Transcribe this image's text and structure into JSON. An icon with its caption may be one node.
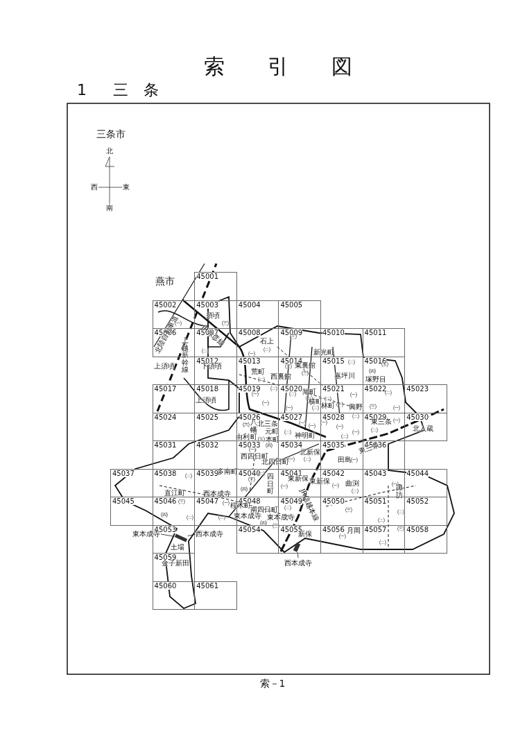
{
  "diagram": {
    "title": "索引図",
    "nodes": [
      {
        "text": [
          "45001"
        ]
      },
      {
        "text": [
          "45002"
        ]
      },
      {
        "text": [
          "45003"
        ]
      },
      {
        "text": [
          "45004"
        ]
      },
      {
        "text": [
          "45005"
        ]
      },
      {
        "text": [
          "45006"
        ]
      },
      {
        "text": [
          "45007"
        ]
      },
      {
        "text": [
          "45008"
        ]
      },
      {
        "text": [
          "45009"
        ]
      },
      {
        "text": [
          "45010"
        ]
      },
      {
        "text": [
          "45011"
        ]
      },
      {
        "text": [
          "45012"
        ]
      },
      {
        "text": [
          "45013"
        ]
      },
      {
        "text": [
          "45014"
        ]
      },
      {
        "text": [
          "45015"
        ]
      },
      {
        "text": [
          "45016"
        ]
      },
      {
        "text": [
          "45017"
        ]
      },
      {
        "text": [
          "45018"
        ]
      },
      {
        "text": [
          "45019"
        ]
      },
      {
        "text": [
          "45020"
        ]
      },
      {
        "text": [
          "45021"
        ]
      },
      {
        "text": [
          "45022"
        ]
      },
      {
        "text": [
          "45023"
        ]
      },
      {
        "text": [
          "45024"
        ]
      },
      {
        "text": [
          "45025"
        ]
      },
      {
        "text": [
          "45026"
        ]
      },
      {
        "text": [
          "45027"
        ]
      },
      {
        "text": [
          "45028"
        ]
      },
      {
        "text": [
          "45029"
        ]
      },
      {
        "text": [
          "45030"
        ]
      },
      {
        "text": [
          "45031"
        ]
      },
      {
        "text": [
          "45032"
        ]
      },
      {
        "text": [
          "45033"
        ]
      },
      {
        "text": [
          "45034"
        ]
      },
      {
        "text": [
          "45035"
        ]
      },
      {
        "text": [
          "45036"
        ]
      },
      {
        "text": [
          "45037"
        ]
      },
      {
        "text": [
          "45038"
        ]
      },
      {
        "text": [
          "45039"
        ]
      },
      {
        "text": [
          "45040"
        ]
      },
      {
        "text": [
          "45041"
        ]
      },
      {
        "text": [
          "45042"
        ]
      },
      {
        "text": [
          "45043"
        ]
      },
      {
        "text": [
          "45044"
        ]
      },
      {
        "text": [
          "45045"
        ]
      },
      {
        "text": [
          "45046"
        ]
      },
      {
        "text": [
          "45047"
        ]
      },
      {
        "text": [
          "45048"
        ]
      },
      {
        "text": [
          "45049"
        ]
      },
      {
        "text": [
          "45050"
        ]
      },
      {
        "text": [
          "45051"
        ]
      },
      {
        "text": [
          "45052"
        ]
      },
      {
        "text": [
          "45053"
        ]
      },
      {
        "text": [
          "45054"
        ]
      },
      {
        "text": [
          "45055"
        ]
      },
      {
        "text": [
          "45056"
        ]
      },
      {
        "text": [
          "45057"
        ]
      },
      {
        "text": [
          "45058"
        ]
      },
      {
        "text": [
          "45059"
        ]
      },
      {
        "text": [
          "45060"
        ]
      },
      {
        "text": [
          "45061"
        ]
      },
      {
        "text": [
          "東本成寺"
        ]
      },
      {
        "text": [
          "西本成寺"
        ]
      },
      {
        "text": [
          "西本成寺"
        ]
      },
      {
        "text": [],
        "shape": "bar",
        "in": 52
      },
      {
        "text": [],
        "shape": "bar",
        "in": 54
      }
    ],
    "edges": [
      {
        "from": 61,
        "to": 64,
        "arrow": "none"
      },
      {
        "from": 62,
        "to": 64,
        "arrow": "none"
      },
      {
        "from": 63,
        "to": 65,
        "arrow": "none"
      }
    ],
    "labels": [
      "1",
      "三条",
      "三条市",
      "北",
      "西",
      "東",
      "南",
      "燕市",
      "須頃",
      "㈢",
      "㈠",
      "㈡",
      "JR弥彦線",
      "上越新幹線",
      "北陸自動車道",
      "上須頃",
      "下須頃",
      "上須頃",
      "㈢",
      "石上",
      "㈡",
      "㈠",
      "新光町",
      "㈢",
      "東裏館",
      "㈢",
      "㈡",
      "㈤",
      "荒町",
      "㈡",
      "西裏館",
      "嘉坪川",
      "㈣",
      "塚野目",
      "㈡",
      "㈡",
      "旭町",
      "㈡",
      "㈡",
      "㈠",
      "㈡",
      "㈠",
      "㈠",
      "横町",
      "㈡",
      "林町",
      "㈠",
      "興野",
      "㈢",
      "㈠",
      "㈠",
      "北入蔵",
      "㈥",
      "八幡町",
      "北三条",
      "元町",
      "㈠",
      "㈠",
      "㈠",
      "㈡",
      "㈠",
      "㈡",
      "㈠",
      "東三条",
      "㈡",
      "㈠",
      "㈤",
      "㈡",
      "神明町",
      "由利",
      "本町",
      "㈣",
      "東三条",
      "㈠",
      "北新保",
      "西四日町",
      "㈡",
      "㈠",
      "田島",
      "㈠",
      "北四日町",
      "㈡",
      "多南町",
      "㈡",
      "㈢",
      "東新保",
      "東新保",
      "㈠",
      "四日町",
      "曲渕",
      "㈠",
      "㈠",
      "㈡",
      "㈣",
      "諏訪",
      "直江町",
      "西本成寺",
      "㈢",
      "㈠",
      "桜木町",
      "JR信越本線",
      "㈡",
      "㈢",
      "㈡",
      "南四日町",
      "㈣",
      "東本成寺",
      "東本成寺",
      "㈡",
      "㈡",
      "㈡",
      "㈣",
      "㈢",
      "㈢",
      "月岡",
      "新保",
      "㈠",
      "㈡",
      "土場",
      "金子新田",
      "索－1"
    ]
  }
}
